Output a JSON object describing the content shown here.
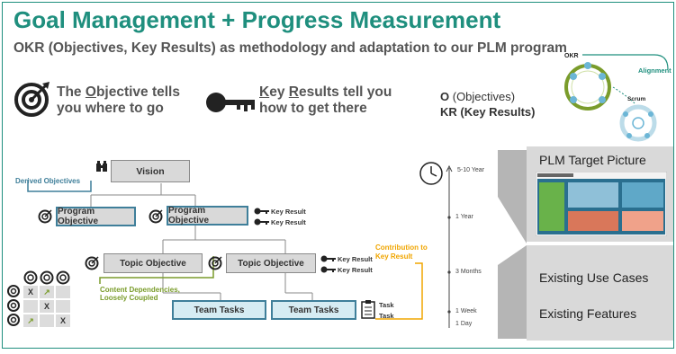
{
  "title": "Goal Management + Progress Measurement",
  "subtitle": "OKR (Objectives, Key Results) as methodology and adaptation to our PLM program",
  "objective_line1_pre": "The ",
  "objective_line1_u": "O",
  "objective_line1_post": "bjective tells",
  "objective_line2": "you where to go",
  "kr_line1_u1": "K",
  "kr_line1_mid": "ey ",
  "kr_line1_u2": "R",
  "kr_line1_post": "esults tell you",
  "kr_line2": "how to get there",
  "legend_o_abbr": "O",
  "legend_o": " (Objectives)",
  "legend_kr_abbr": "KR",
  "legend_kr": " (Key Results)",
  "cycle": {
    "okr": "OKR",
    "alignment": "Alignment",
    "scrum": "Scrum"
  },
  "tree": {
    "derived": "Derived Objectives",
    "vision": "Vision",
    "program_obj_1": "Program Objective",
    "program_obj_2": "Program Objective",
    "topic_obj_1": "Topic Objective",
    "topic_obj_2": "Topic Objective",
    "team_tasks_1": "Team Tasks",
    "team_tasks_2": "Team Tasks",
    "key_result": "Key Result",
    "contribution_1": "Contribution to",
    "contribution_2": "Key Result",
    "content_dep_1": "Content Dependencies,",
    "content_dep_2": "Loosely Coupled",
    "task": "Task"
  },
  "matrix": [
    [
      "X",
      "↗",
      ""
    ],
    [
      "",
      "X",
      ""
    ],
    [
      "↗",
      "",
      "X"
    ]
  ],
  "timeline": {
    "t1": "5-10 Year",
    "t2": "1 Year",
    "t3": "3 Months",
    "t4": "1 Week",
    "t5": "1 Day"
  },
  "panels": {
    "target_picture": "PLM Target Picture",
    "use_cases": "Existing Use Cases",
    "features": "Existing Features"
  },
  "colors": {
    "teal": "#1f8f7e",
    "olive": "#7a9c2b",
    "orange": "#f0a500",
    "blue": "#3f7f9a"
  }
}
